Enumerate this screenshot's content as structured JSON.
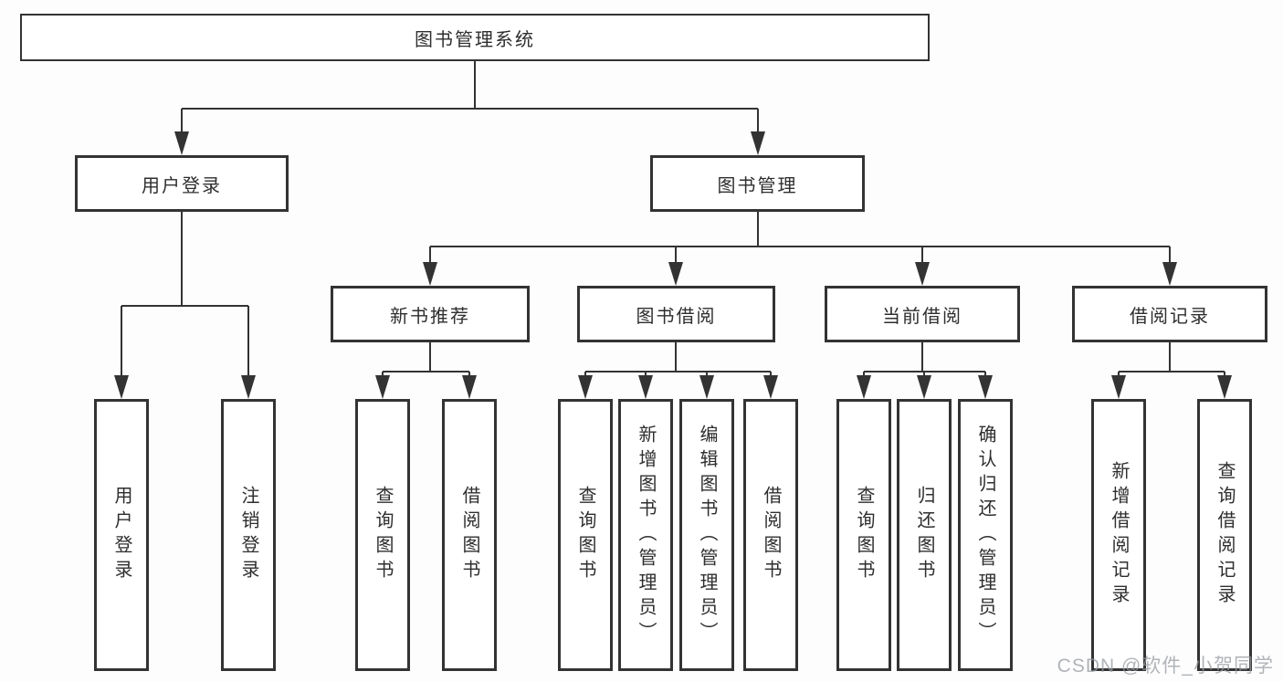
{
  "diagram": {
    "root": {
      "label": "图书管理系统"
    },
    "branches": [
      {
        "label": "用户登录",
        "children": [
          {
            "label": "用户登录"
          },
          {
            "label": "注销登录"
          }
        ]
      },
      {
        "label": "图书管理",
        "children": [
          {
            "label": "新书推荐",
            "children": [
              {
                "label": "查询图书"
              },
              {
                "label": "借阅图书"
              }
            ]
          },
          {
            "label": "图书借阅",
            "children": [
              {
                "label": "查询图书"
              },
              {
                "label": "新增图书（管理员）"
              },
              {
                "label": "编辑图书（管理员）"
              },
              {
                "label": "借阅图书"
              }
            ]
          },
          {
            "label": "当前借阅",
            "children": [
              {
                "label": "查询图书"
              },
              {
                "label": "归还图书"
              },
              {
                "label": "确认归还（管理员）"
              }
            ]
          },
          {
            "label": "借阅记录",
            "children": [
              {
                "label": "新增借阅记录"
              },
              {
                "label": "查询借阅记录"
              }
            ]
          }
        ]
      }
    ],
    "colors": {
      "line": "#333333",
      "box_border": "#333333",
      "box_background": "#ffffff",
      "text": "#2e2e2e",
      "watermark": "#b4b8bb"
    }
  },
  "watermark": {
    "text": "CSDN @软件_小贺同学"
  }
}
